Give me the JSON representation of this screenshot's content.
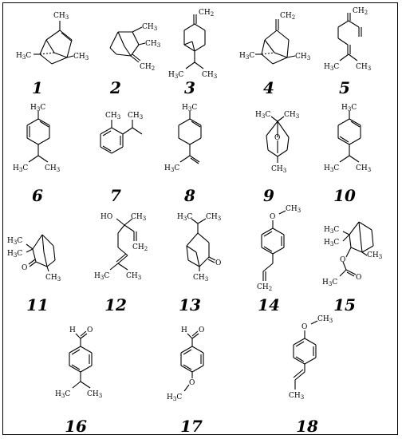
{
  "figure": {
    "compounds": [
      {
        "number": "1",
        "labels": {
          "a": "CH3",
          "b": "H3C",
          "c": "CH3"
        }
      },
      {
        "number": "2",
        "labels": {
          "a": "CH3",
          "b": "CH3",
          "c": "CH2"
        }
      },
      {
        "number": "3",
        "labels": {
          "a": "CH2",
          "b": "H3C",
          "c": "CH3"
        }
      },
      {
        "number": "4",
        "labels": {
          "a": "CH2",
          "b": "H3C",
          "c": "CH3"
        }
      },
      {
        "number": "5",
        "labels": {
          "a": "CH2",
          "b": "H3C",
          "c": "CH3"
        }
      },
      {
        "number": "6",
        "labels": {
          "a": "H3C",
          "b": "H3C",
          "c": "CH3"
        }
      },
      {
        "number": "7",
        "labels": {
          "a": "CH3",
          "b": "CH3"
        }
      },
      {
        "number": "8",
        "labels": {
          "a": "H3C",
          "b": "H3C"
        }
      },
      {
        "number": "9",
        "labels": {
          "a": "H3C",
          "b": "CH3",
          "c": "O",
          "d": "CH3"
        }
      },
      {
        "number": "10",
        "labels": {
          "a": "H3C",
          "b": "H3C",
          "c": "CH3"
        }
      },
      {
        "number": "11",
        "labels": {
          "a": "H3C",
          "b": "H3C",
          "c": "O",
          "d": "CH3"
        }
      },
      {
        "number": "12",
        "labels": {
          "a": "HO",
          "b": "CH3",
          "c": "CH2",
          "d": "H3C",
          "e": "CH3"
        }
      },
      {
        "number": "13",
        "labels": {
          "a": "H3C",
          "b": "CH3",
          "c": "CH3",
          "d": "O"
        }
      },
      {
        "number": "14",
        "labels": {
          "a": "O",
          "b": "CH3",
          "c": "CH2"
        }
      },
      {
        "number": "15",
        "labels": {
          "a": "H3C",
          "b": "H3C",
          "c": "CH3",
          "d": "O",
          "e": "H3C",
          "f": "O"
        }
      },
      {
        "number": "16",
        "labels": {
          "a": "H",
          "b": "O",
          "c": "H3C",
          "d": "CH3"
        }
      },
      {
        "number": "17",
        "labels": {
          "a": "H",
          "b": "O",
          "c": "H3C",
          "d": "O"
        }
      },
      {
        "number": "18",
        "labels": {
          "a": "O",
          "b": "CH3",
          "c": "CH3"
        }
      }
    ]
  }
}
